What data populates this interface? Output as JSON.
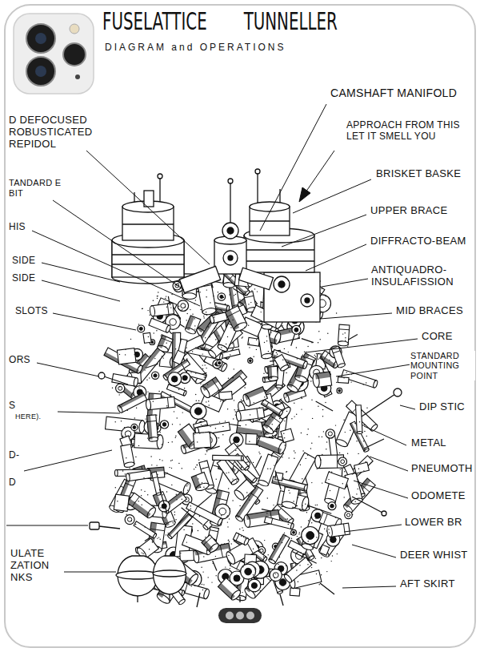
{
  "diagram": {
    "title": "FUSELATTICE TUNNELLER",
    "labels": [
      "DIAGRAM and OPERATIONS",
      "CAMSHAFT MANIFOLD",
      "APPROACH FROM THIS LET IT SMELL YOU",
      "BRISKET BASKE",
      "UPPER BRACE",
      "DIFFRACTO-BEAM",
      "ANTIQUADRO- INSULAFISSION",
      "MID BRACES",
      "CORE",
      "STANDARD MOUNTING POINT",
      "DIP STIC",
      "METAL",
      "PNEUMOTH",
      "ODOMETE",
      "LOWER BR",
      "DEER WHIST",
      "AFT SKIRT",
      "D DEFOCUSED ROBUSTICATED REPIDOL",
      "TANDARD E BIT",
      "HIS",
      "SIDE",
      "SIDE",
      "SLOTS",
      "ORS",
      "S",
      "HERE).",
      "D-",
      "D",
      "ULATE ZATION NKS"
    ]
  }
}
